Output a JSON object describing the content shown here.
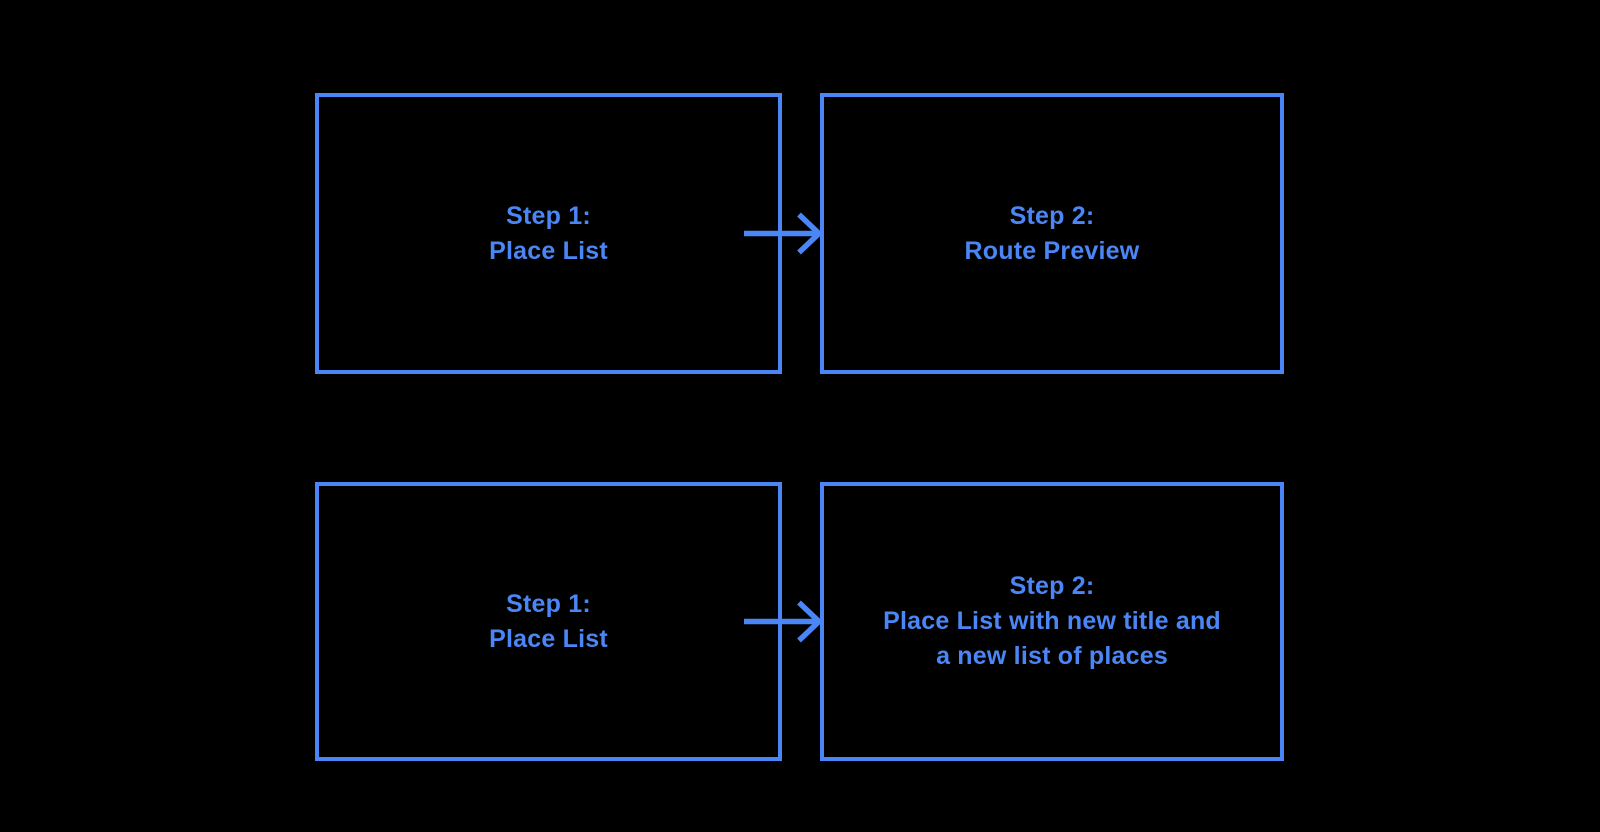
{
  "diagram": {
    "title": "",
    "flows": [
      {
        "from": {
          "label": "Step 1:\nPlace List"
        },
        "arrow_icon": "arrow-right",
        "to": {
          "label": "Step 2:\nRoute Preview"
        }
      },
      {
        "from": {
          "label": "Step 1:\nPlace List"
        },
        "arrow_icon": "arrow-right",
        "to": {
          "label": "Step 2:\nPlace List with new title and\na new list of places"
        }
      }
    ]
  },
  "colors": {
    "accent": "#4a86f5",
    "background": "#000000"
  }
}
